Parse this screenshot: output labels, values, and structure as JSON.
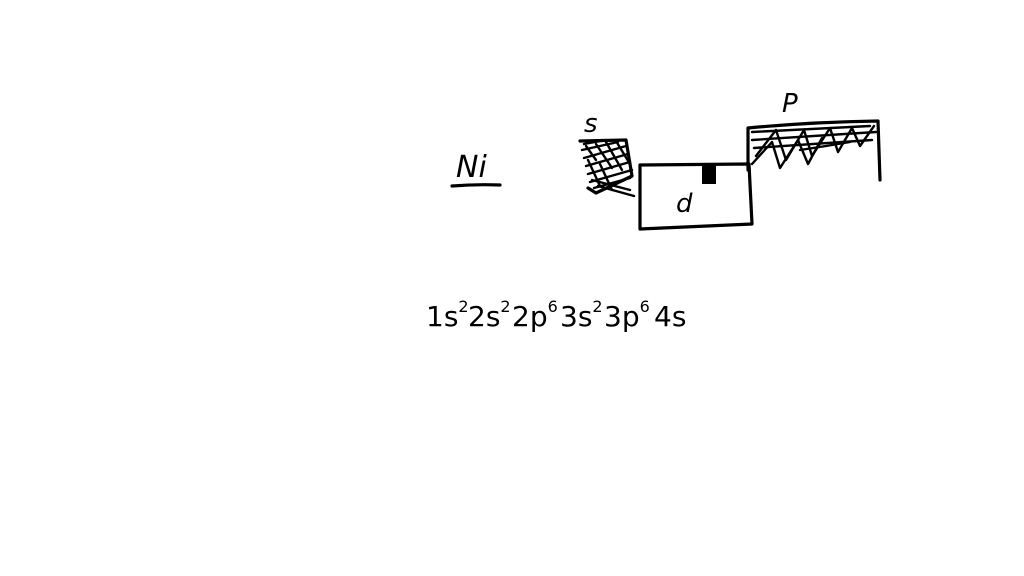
{
  "element": {
    "symbol": "Ni"
  },
  "blocks": {
    "s_label": "s",
    "d_label": "d",
    "p_label": "P"
  },
  "configuration": [
    {
      "orbital": "1s",
      "electrons": "2"
    },
    {
      "orbital": "2s",
      "electrons": "2"
    },
    {
      "orbital": "2p",
      "electrons": "6"
    },
    {
      "orbital": "3s",
      "electrons": "2"
    },
    {
      "orbital": "3p",
      "electrons": "6"
    },
    {
      "orbital": "4s",
      "electrons": ""
    }
  ]
}
